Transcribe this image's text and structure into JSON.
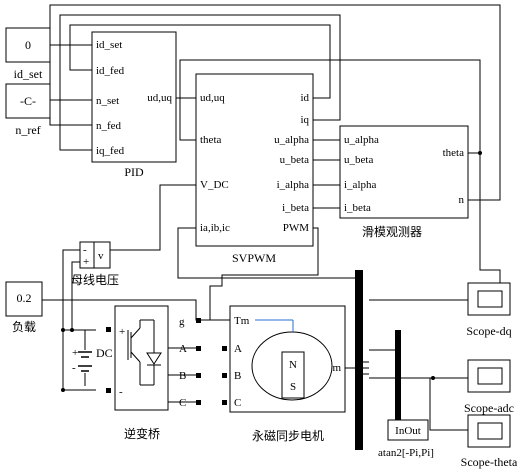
{
  "blocks": {
    "id_set_const": {
      "value": "0",
      "label": "id_set"
    },
    "n_ref_const": {
      "value": "-C-",
      "label": "n_ref"
    },
    "vdc_const": {
      "value": "0.2",
      "label": "负载"
    },
    "pid": {
      "label": "PID",
      "inputs": [
        "id_set",
        "id_fed",
        "n_set",
        "n_fed",
        "iq_fed"
      ],
      "output": "ud,uq"
    },
    "svpwm": {
      "label": "SVPWM",
      "inputs": [
        "ud,uq",
        "theta",
        "V_DC",
        "ia,ib,ic"
      ],
      "outputs": [
        "id",
        "iq",
        "u_alpha",
        "u_beta",
        "i_alpha",
        "i_beta",
        "PWM"
      ]
    },
    "observer": {
      "label": "滑模观测器",
      "inputs": [
        "u_alpha",
        "u_beta",
        "i_alpha",
        "i_beta"
      ],
      "outputs": [
        "theta",
        "n"
      ]
    },
    "voltmeter": {
      "label": "母线电压",
      "plus": "+",
      "minus": "-",
      "port": "v"
    },
    "dc_source": {
      "label": "DC",
      "plus": "+",
      "minus": "-"
    },
    "inverter": {
      "label": "逆变桥",
      "ports": [
        "g",
        "+",
        "-",
        "A",
        "B",
        "C"
      ]
    },
    "motor": {
      "label": "永磁同步电机",
      "ports": [
        "Tm",
        "A",
        "B",
        "C",
        "m"
      ],
      "rotor": [
        "N",
        "S"
      ]
    },
    "atan": {
      "port": "InOut",
      "label": "atan2[-Pi,Pi]"
    },
    "scopes": [
      "Scope-dq",
      "Scope-adc",
      "Scope-theta"
    ]
  }
}
